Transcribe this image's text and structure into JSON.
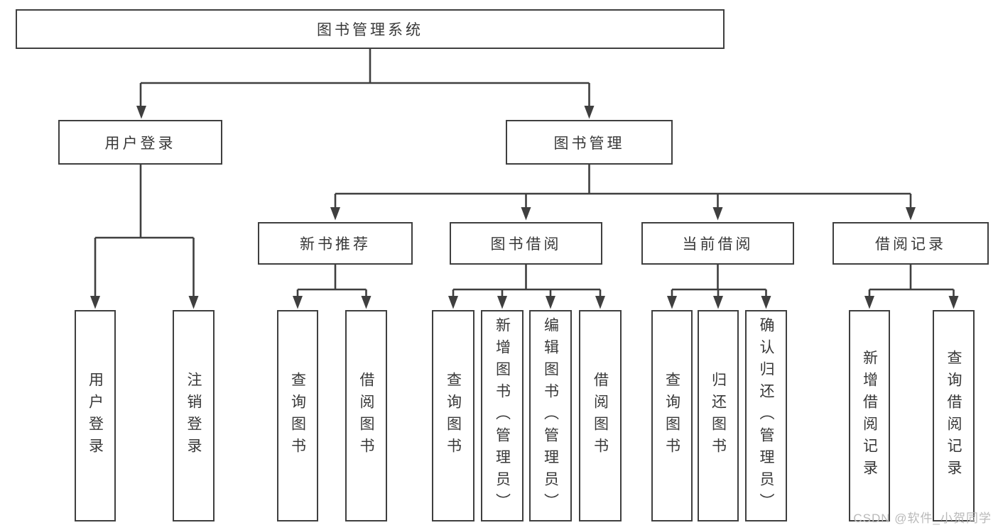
{
  "diagram": {
    "root": {
      "label": "图书管理系统"
    },
    "branches": [
      {
        "label": "用户登录",
        "children": [
          {
            "label": "用户登录"
          },
          {
            "label": "注销登录"
          }
        ]
      },
      {
        "label": "图书管理",
        "children": [
          {
            "label": "新书推荐",
            "children": [
              {
                "label": "查询图书"
              },
              {
                "label": "借阅图书"
              }
            ]
          },
          {
            "label": "图书借阅",
            "children": [
              {
                "label": "查询图书"
              },
              {
                "label": "新增图书（管理员）"
              },
              {
                "label": "编辑图书（管理员）"
              },
              {
                "label": "借阅图书"
              }
            ]
          },
          {
            "label": "当前借阅",
            "children": [
              {
                "label": "查询图书"
              },
              {
                "label": "归还图书"
              },
              {
                "label": "确认归还（管理员）"
              }
            ]
          },
          {
            "label": "借阅记录",
            "children": [
              {
                "label": "新增借阅记录"
              },
              {
                "label": "查询借阅记录"
              }
            ]
          }
        ]
      }
    ]
  },
  "watermark": {
    "text": "CSDN @软件_小贺同学"
  },
  "colors": {
    "line": "#3f3f3f",
    "text": "#383838",
    "background": "#ffffff",
    "watermark": "#b9b9b9"
  }
}
